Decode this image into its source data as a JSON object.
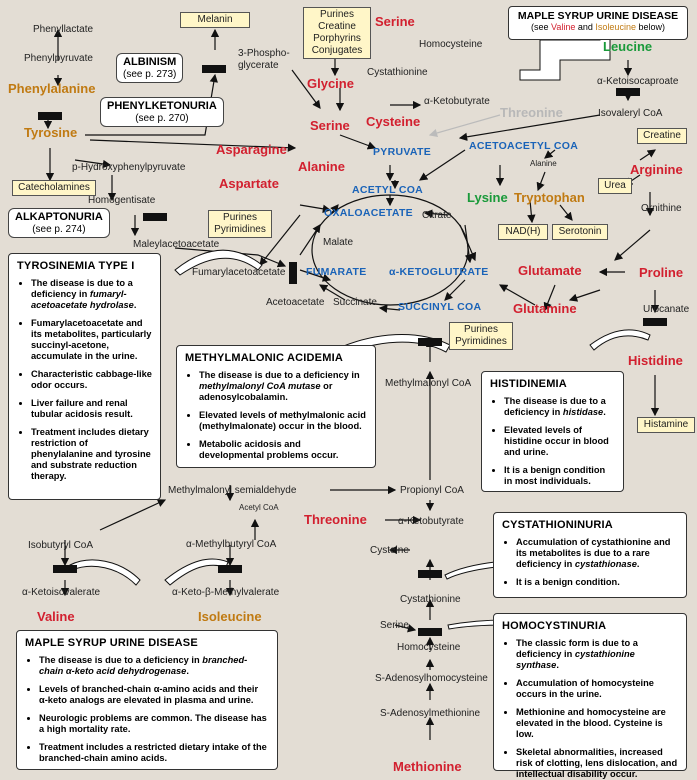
{
  "amino_acids": {
    "phenylalanine": "Phenylalanine",
    "tyrosine": "Tyrosine",
    "serine_top": "Serine",
    "glycine": "Glycine",
    "serine_mid": "Serine",
    "cysteine": "Cysteine",
    "alanine": "Alanine",
    "asparagine": "Asparagine",
    "aspartate": "Aspartate",
    "leucine": "Leucine",
    "threonine_gray": "Threonine",
    "lysine": "Lysine",
    "tryptophan": "Tryptophan",
    "arginine": "Arginine",
    "glutamate": "Glutamate",
    "proline": "Proline",
    "glutamine": "Glutamine",
    "histidine": "Histidine",
    "threonine": "Threonine",
    "valine": "Valine",
    "isoleucine": "Isoleucine",
    "methionine": "Methionine"
  },
  "central": {
    "pyruvate": "PYRUVATE",
    "acetyl_coa": "ACETYL COA",
    "acetoacetyl_coa": "ACETOACETYL COA",
    "oxaloacetate": "OXALOACETATE",
    "fumarate": "FUMARATE",
    "alpha_kg": "α-KETOGLUTRATE",
    "succinyl_coa": "SUCCINYL COA"
  },
  "metabolites": {
    "phenyllactate": "Phenyllactate",
    "phenylpyruvate": "Phenylpyruvate",
    "hydroxyphenylpyruvate": "p-Hydroxyphenylpyruvate",
    "homogentisate": "Homogentisate",
    "maleylacetoacetate": "Maleylacetoacetate",
    "fumarylacetoacetate": "Fumarylacetoacetate",
    "acetoacetate": "Acetoacetate",
    "succinate": "Succinate",
    "malate": "Malate",
    "citrate": "Citrate",
    "phosphoglycerate": "3-Phospho-\nglycerate",
    "homocysteine_top": "Homocysteine",
    "cystathionine_top": "Cystathionine",
    "ketobutyrate_top": "α-Ketobutyrate",
    "ketoisocaproate": "α-Ketoisocaproate",
    "isovaleryl_coa": "Isovaleryl CoA",
    "alanine_small": "Alanine",
    "ornithine": "Ornithine",
    "urocanate": "Urocanate",
    "methylmalonyl_coa": "Methylmalonyl CoA",
    "methylmalonyl_semialdehyde": "Methylmalonyl semialdehyde",
    "propionyl_coa": "Propionyl CoA",
    "acetyl_coa_small": "Acetyl CoA",
    "isobutyryl_coa": "Isobutyryl CoA",
    "methylbutyryl_coa": "α-Methylbutyryl CoA",
    "ketoisovalerate": "α-Ketoisovalerate",
    "keto_methylvalerate": "α-Keto-β-Methylvalerate",
    "ketobutyrate_bottom": "α-Ketobutyrate",
    "cysteine_small": "Cysteine",
    "cystathionine_bottom": "Cystathionine",
    "serine_small": "Serine",
    "homocysteine_bottom": "Homocysteine",
    "s_adenosylhomocysteine": "S-Adenosylhomocysteine",
    "s_adenosylmethionine": "S-Adenosylmethionine"
  },
  "products": {
    "melanin": "Melanin",
    "purines_creatine": "Purines\nCreatine\nPorphyrins\nConjugates",
    "catecholamines": "Catecholamines",
    "purines_pyrimidines_1": "Purines\nPyrimidines",
    "creatine": "Creatine",
    "urea": "Urea",
    "nadh": "NAD(H)",
    "serotonin": "Serotonin",
    "purines_pyrimidines_2": "Purines\nPyrimidines",
    "histamine": "Histamine"
  },
  "disorder_tags": {
    "albinism": "ALBINISM",
    "albinism_ref": "(see p. 273)",
    "pku": "PHENYLKETONURIA",
    "pku_ref": "(see p. 270)",
    "alkaptonuria": "ALKAPTONURIA",
    "alkaptonuria_ref": "(see p. 274)"
  },
  "msud_top": {
    "title": "MAPLE SYRUP URINE DISEASE",
    "pre": "(see ",
    "valine": "Valine",
    "and": " and ",
    "isoleucine": "Isoleucine",
    "post": " below)"
  },
  "panels": {
    "tyrosinemia": {
      "title": "TYROSINEMIA TYPE I",
      "items": [
        [
          "The disease is due to a deficiency in ",
          "fumaryl-acetoacetate hydrolase",
          "."
        ],
        [
          "Fumarylacetoacetate and its metabolites, particularly succinyl-acetone, accumulate in the urine.",
          "",
          ""
        ],
        [
          "Characteristic cabbage-like odor occurs.",
          "",
          ""
        ],
        [
          "Liver failure and renal tubular acidosis result.",
          "",
          ""
        ],
        [
          "Treatment includes dietary restriction of phenylalanine and tyrosine and substrate reduction therapy.",
          "",
          ""
        ]
      ]
    },
    "methylmalonic": {
      "title": "METHYLMALONIC ACIDEMIA",
      "items": [
        [
          "The disease is due to a deficiency in ",
          "methylmalonyl CoA mutase",
          " or adenosylcobalamin."
        ],
        [
          "Elevated levels of methylmalonic acid (methylmalonate) occur in the blood.",
          "",
          ""
        ],
        [
          "Metabolic acidosis and developmental problems occur.",
          "",
          ""
        ]
      ]
    },
    "histidinemia": {
      "title": "HISTIDINEMIA",
      "items": [
        [
          "The disease is due to a deficiency in ",
          "histidase",
          "."
        ],
        [
          "Elevated levels of histidine occur in blood and urine.",
          "",
          ""
        ],
        [
          "It is a benign condition in most individuals.",
          "",
          ""
        ]
      ]
    },
    "cystathioninuria": {
      "title": "CYSTATHIONINURIA",
      "items": [
        [
          "Accumulation of cystathionine and its metabolites is due to a rare deficiency in ",
          "cystathionase",
          "."
        ],
        [
          "It is a benign condition.",
          "",
          ""
        ]
      ]
    },
    "msud": {
      "title": "MAPLE SYRUP URINE DISEASE",
      "items": [
        [
          "The disease is due to a deficiency in ",
          "branched-chain α-keto acid dehydrogenase",
          "."
        ],
        [
          "Levels of branched-chain α-amino acids and their α-keto analogs are elevated in plasma and urine.",
          "",
          ""
        ],
        [
          "Neurologic problems are common. The disease has a high mortality rate.",
          "",
          ""
        ],
        [
          "Treatment includes a restricted dietary intake of the branched-chain amino acids.",
          "",
          ""
        ]
      ]
    },
    "homocystinuria": {
      "title": "HOMOCYSTINURIA",
      "items": [
        [
          "The classic form is due to a deficiency in ",
          "cystathionine synthase",
          "."
        ],
        [
          "Accumulation of homocysteine occurs in the urine.",
          "",
          ""
        ],
        [
          "Methionine and homocysteine are elevated in the blood. Cysteine is low.",
          "",
          ""
        ],
        [
          "Skeletal abnormalities, increased risk of clotting, lens dislocation, and intellectual disability occur.",
          "",
          ""
        ]
      ]
    }
  },
  "colors": {
    "glucogenic": "#d2202f",
    "mixed": "#c07a12",
    "ketogenic": "#1a9a3a",
    "intermediate": "#1a63b8",
    "background": "#e3ddd4",
    "box": "#fff6c8"
  }
}
